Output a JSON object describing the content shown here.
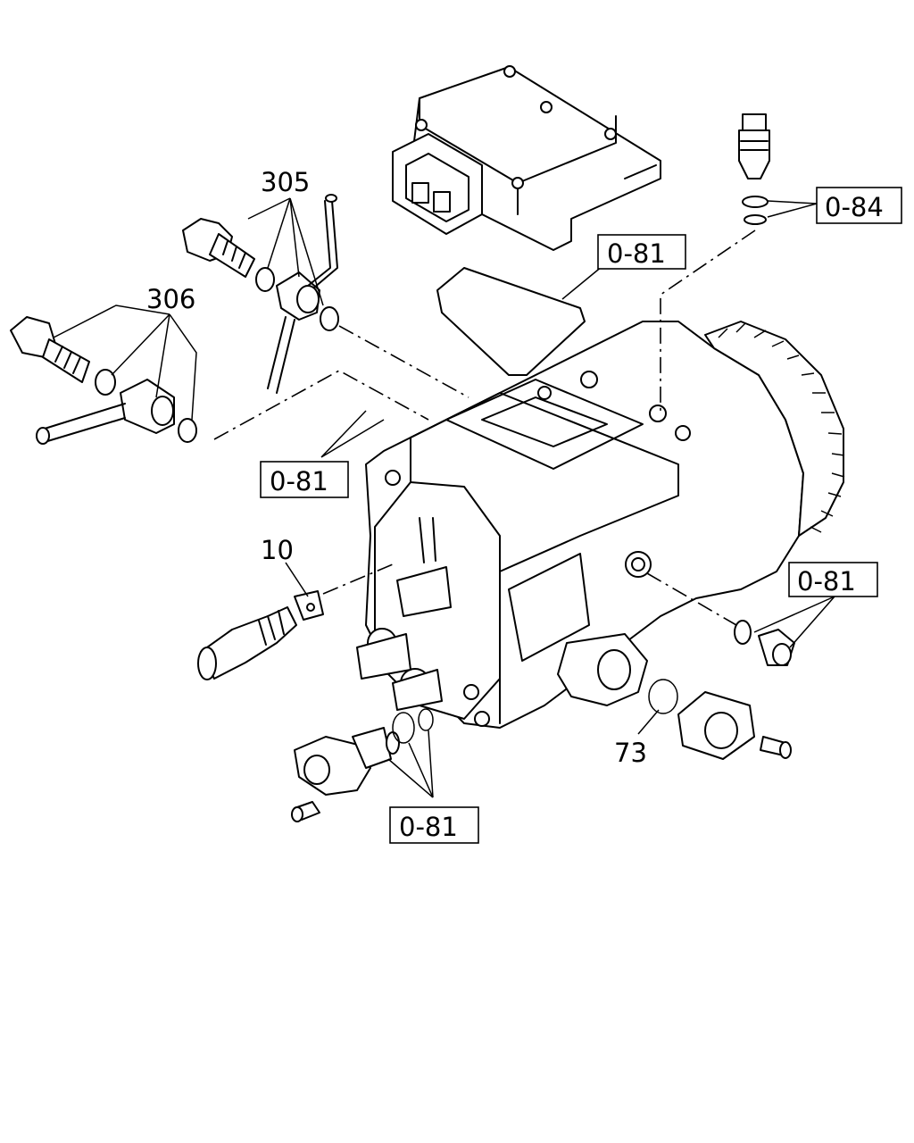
{
  "callouts": {
    "c305": "305",
    "c306": "306",
    "c084": "0-84",
    "c081_gasket": "0-81",
    "c081_left": "0-81",
    "c10": "10",
    "c081_right": "0-81",
    "c73": "73",
    "c081_bottom": "0-81"
  },
  "colors": {
    "line": "#000000",
    "background": "#ffffff"
  }
}
